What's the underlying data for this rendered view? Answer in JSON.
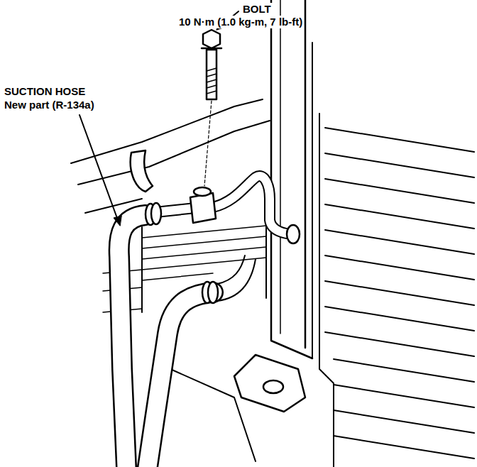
{
  "diagram": {
    "labels": [
      "BOLT",
      "10 N·m (1.0 kg-m, 7 lb-ft)",
      "SUCTION HOSE",
      "New part (R-134a)"
    ]
  }
}
